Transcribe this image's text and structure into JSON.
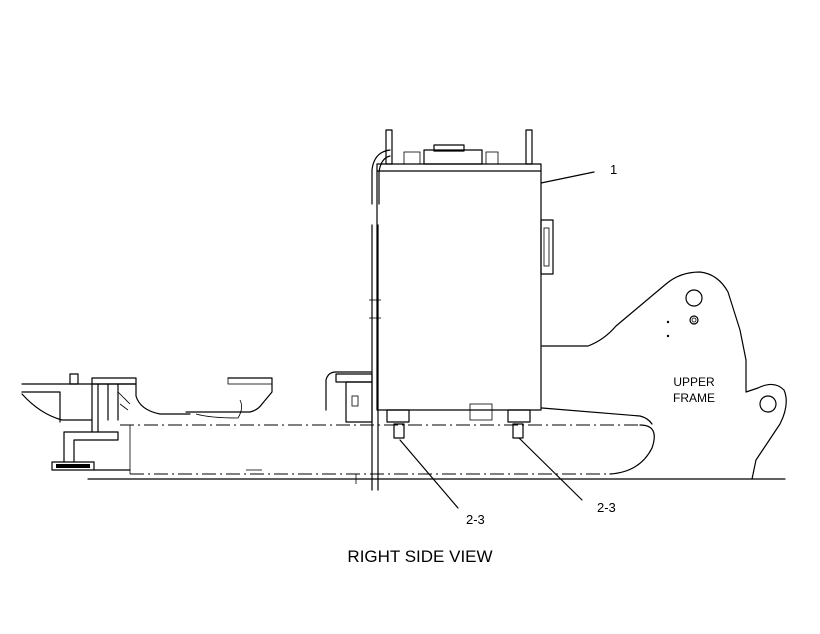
{
  "callouts": {
    "item_1": "1",
    "item_2_3_left": "2-3",
    "item_2_3_right": "2-3"
  },
  "labels": {
    "upper_frame_line1": "UPPER",
    "upper_frame_line2": "FRAME"
  },
  "view_title": "RIGHT SIDE VIEW"
}
